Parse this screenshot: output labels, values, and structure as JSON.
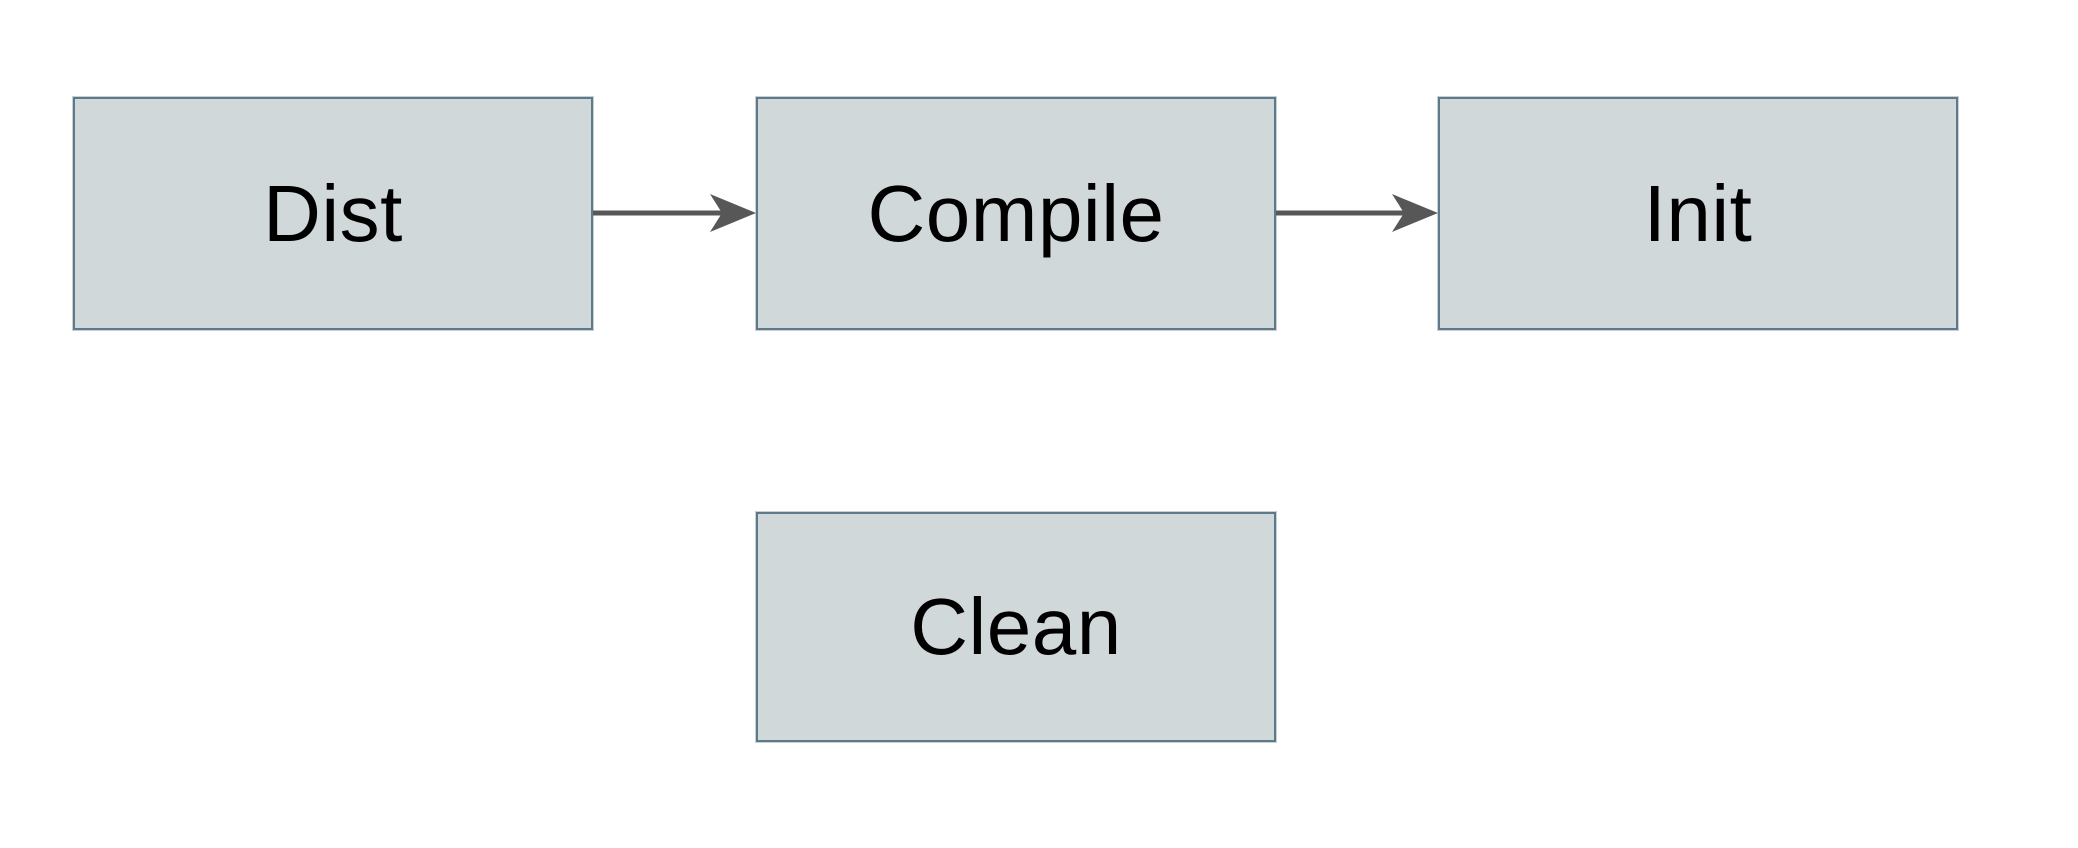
{
  "diagram": {
    "type": "flowchart",
    "nodes": [
      {
        "id": "dist",
        "label": "Dist"
      },
      {
        "id": "compile",
        "label": "Compile"
      },
      {
        "id": "init",
        "label": "Init"
      },
      {
        "id": "clean",
        "label": "Clean"
      }
    ],
    "edges": [
      {
        "from": "Dist",
        "to": "Compile",
        "style": "arrow-right"
      },
      {
        "from": "Compile",
        "to": "Init",
        "style": "arrow-right"
      }
    ],
    "colors": {
      "background": "#ffffff",
      "node_fill": "#d0d8da",
      "node_border": "#5e7a88",
      "arrow": "#575757",
      "label_text": "#000000"
    }
  }
}
